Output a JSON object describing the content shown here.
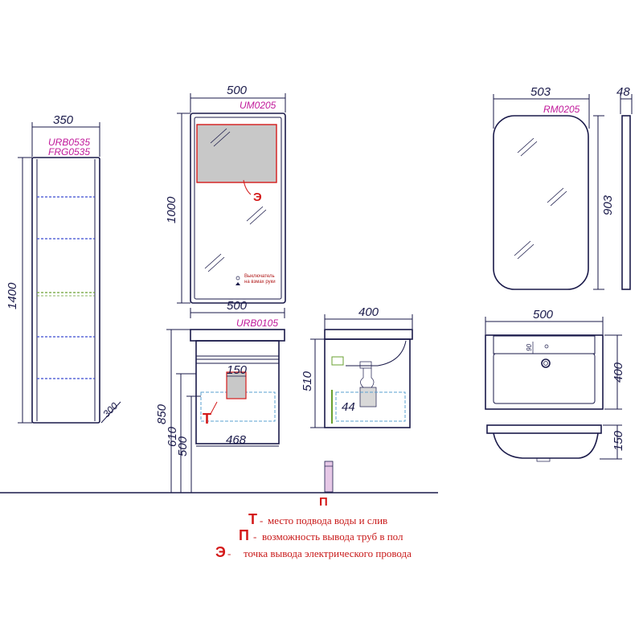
{
  "column": {
    "width": "350",
    "height": "1400",
    "depth": "300",
    "models": [
      "URB0535",
      "FRG0535"
    ]
  },
  "mirror_cabinet": {
    "width": "500",
    "height": "1000",
    "model": "UM0205",
    "switch_note": [
      "Выключатель",
      "на взмах руки"
    ]
  },
  "vanity": {
    "width": "500",
    "model": "URB0105",
    "inner_width": "468",
    "niche_width": "150",
    "height_total": "850",
    "height_610": "610",
    "height_500": "500",
    "side_width": "400",
    "side_height": "510",
    "side_offset": "44"
  },
  "round_mirror": {
    "width": "503",
    "height": "903",
    "depth": "48",
    "model": "RM0205"
  },
  "sink": {
    "width": "500",
    "depth": "400",
    "height": "150",
    "tap_offset": "90"
  },
  "markers": {
    "water": "Т",
    "floor": "П",
    "electric": "Э"
  },
  "legend": [
    {
      "mark": "Т",
      "separator": "-",
      "text": "место подвода воды и слив"
    },
    {
      "mark": "П",
      "separator": "-",
      "text": "возможность вывода труб в пол"
    },
    {
      "mark": "Э",
      "separator": "-",
      "text": "точка вывода электрического провода"
    }
  ],
  "colors": {
    "line": "#1a1a4a",
    "model_label": "#c0189a",
    "marker": "#d41a1a",
    "service_zone": "#5aa0d0",
    "shelf_dash": "#3a4ad0",
    "green_line": "#6aa030"
  }
}
